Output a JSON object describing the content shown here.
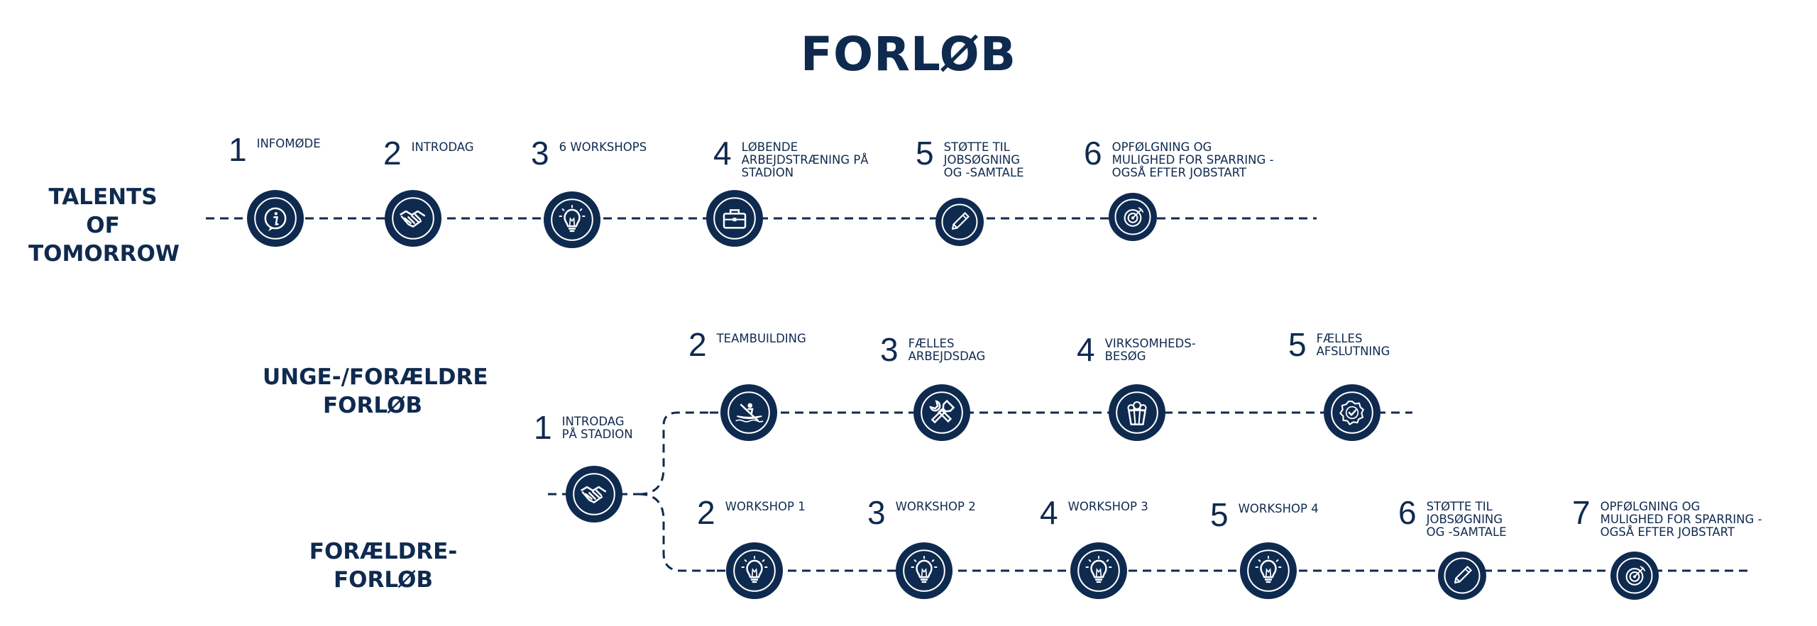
{
  "title": "FORLØB",
  "colors": {
    "navy": "#0f2a4f",
    "background": "#ffffff"
  },
  "tracks": [
    {
      "id": "talents",
      "label": [
        "TALENTS OF",
        "TOMORROW"
      ],
      "steps": [
        {
          "num": "1",
          "text": [
            "INFOMØDE"
          ],
          "icon": "info-icon"
        },
        {
          "num": "2",
          "text": [
            "INTRODAG"
          ],
          "icon": "handshake-icon"
        },
        {
          "num": "3",
          "text": [
            "6 WORKSHOPS"
          ],
          "icon": "lightbulb-icon"
        },
        {
          "num": "4",
          "text": [
            "LØBENDE",
            "ARBEJDSTRÆNING PÅ",
            "STADION"
          ],
          "icon": "briefcase-icon"
        },
        {
          "num": "5",
          "text": [
            "STØTTE TIL",
            "JOBSØGNING",
            "OG -SAMTALE"
          ],
          "icon": "pencil-icon"
        },
        {
          "num": "6",
          "text": [
            "OPFØLGNING OG",
            "MULIGHED FOR SPARRING -",
            "OGSÅ EFTER JOBSTART"
          ],
          "icon": "target-icon"
        }
      ]
    },
    {
      "id": "unge",
      "label": [
        "UNGE-/FORÆLDRE",
        "FORLØB"
      ],
      "steps": [
        {
          "num": "2",
          "text": [
            "TEAMBUILDING"
          ],
          "icon": "kayak-icon"
        },
        {
          "num": "3",
          "text": [
            "FÆLLES",
            "ARBEJDSDAG"
          ],
          "icon": "tools-icon"
        },
        {
          "num": "4",
          "text": [
            "VIRKSOMHEDS-",
            "BESØG"
          ],
          "icon": "popcorn-icon"
        },
        {
          "num": "5",
          "text": [
            "FÆLLES",
            "AFSLUTNING"
          ],
          "icon": "badge-check-icon"
        }
      ]
    },
    {
      "id": "shared",
      "label": [],
      "steps": [
        {
          "num": "1",
          "text": [
            "INTRODAG",
            "PÅ STADION"
          ],
          "icon": "handshake-icon"
        }
      ]
    },
    {
      "id": "foraeldre",
      "label": [
        "FORÆLDRE-",
        "FORLØB"
      ],
      "steps": [
        {
          "num": "2",
          "text": [
            "WORKSHOP 1"
          ],
          "icon": "lightbulb-icon"
        },
        {
          "num": "3",
          "text": [
            "WORKSHOP 2"
          ],
          "icon": "lightbulb-icon"
        },
        {
          "num": "4",
          "text": [
            "WORKSHOP 3"
          ],
          "icon": "lightbulb-icon"
        },
        {
          "num": "5",
          "text": [
            "WORKSHOP 4"
          ],
          "icon": "lightbulb-icon"
        },
        {
          "num": "6",
          "text": [
            "STØTTE TIL",
            "JOBSØGNING",
            "OG -SAMTALE"
          ],
          "icon": "pencil-icon"
        },
        {
          "num": "7",
          "text": [
            "OPFØLGNING OG",
            "MULIGHED FOR SPARRING -",
            "OGSÅ EFTER JOBSTART"
          ],
          "icon": "target-icon"
        }
      ]
    }
  ]
}
